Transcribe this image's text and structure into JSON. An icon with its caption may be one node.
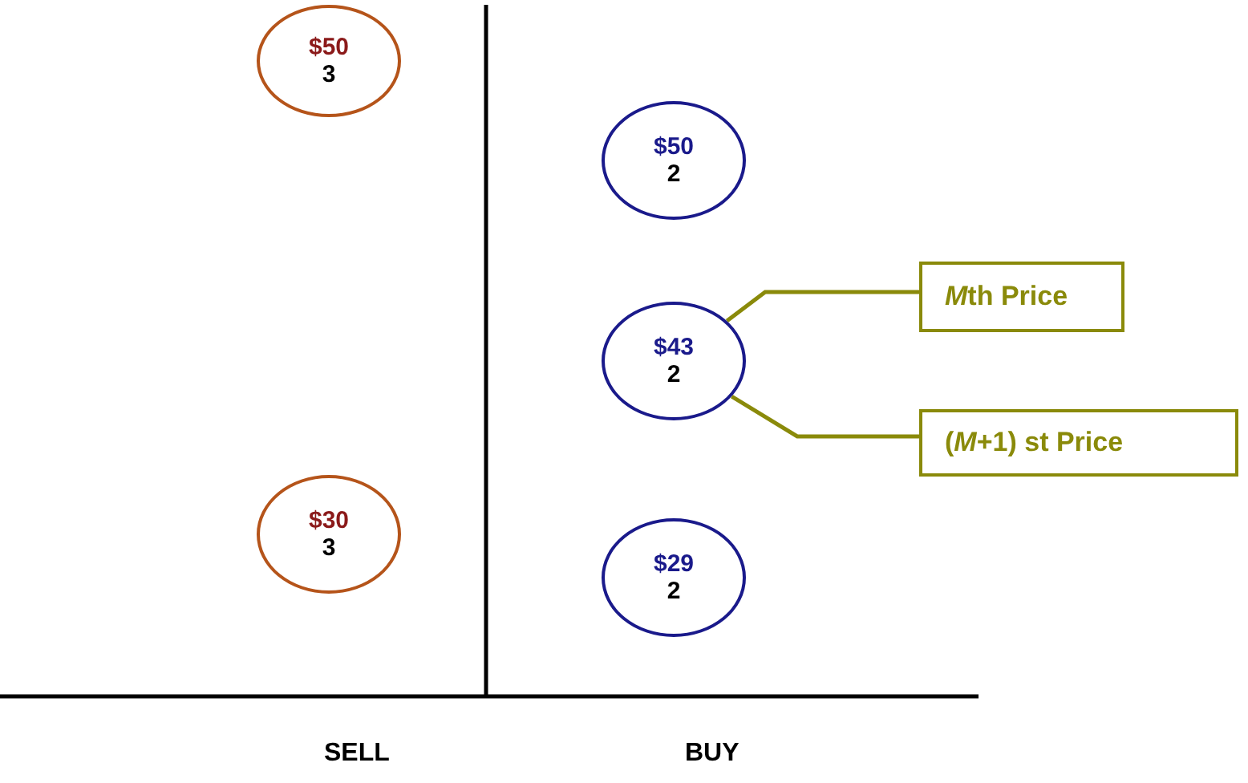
{
  "diagram": {
    "nodes": [
      {
        "text": [
          "$50",
          "3"
        ]
      },
      {
        "text": [
          "$50",
          "2"
        ]
      },
      {
        "text": [
          "Mth Price"
        ]
      },
      {
        "text": [
          "$43",
          "2"
        ]
      },
      {
        "text": [
          "(*M*+1) st Price"
        ]
      },
      {
        "text": [
          "$30",
          "3"
        ]
      },
      {
        "text": [
          "$29",
          "2"
        ]
      }
    ],
    "edges": [
      {
        "from": 2,
        "to": 3,
        "arrow": "none"
      },
      {
        "from": 4,
        "to": 3,
        "arrow": "none"
      }
    ],
    "labels": [
      "SELL",
      "BUY"
    ]
  }
}
